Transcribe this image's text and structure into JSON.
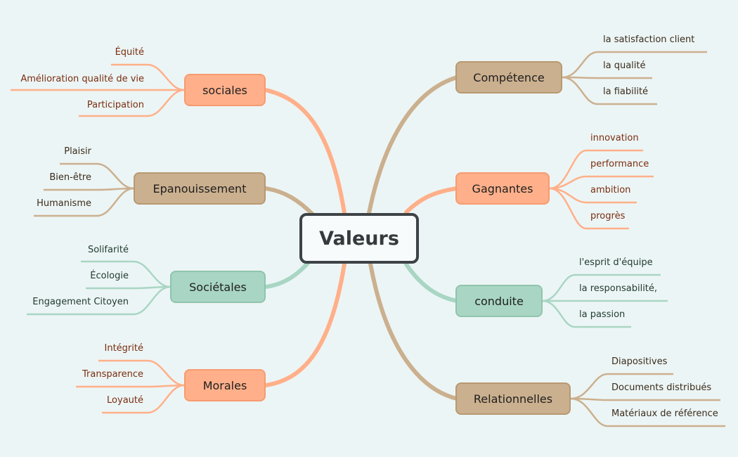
{
  "center": {
    "label": "Valeurs"
  },
  "colors": {
    "orange": "#ffb08a",
    "brown": "#cbb08f",
    "green": "#a9d6c4",
    "background": "#ecf5f5"
  },
  "branches": {
    "sociales": {
      "label": "sociales",
      "leaves": [
        "Équité",
        "Amélioration qualité de vie",
        "Participation"
      ]
    },
    "epanouissement": {
      "label": "Epanouissement",
      "leaves": [
        "Plaisir",
        "Bien-être",
        "Humanisme"
      ]
    },
    "societales": {
      "label": "Sociétales",
      "leaves": [
        "Solifarité",
        "Écologie",
        "Engagement Citoyen"
      ]
    },
    "morales": {
      "label": "Morales",
      "leaves": [
        "Intégrité",
        "Transparence",
        "Loyauté"
      ]
    },
    "competence": {
      "label": "Compétence",
      "leaves": [
        "la satisfaction client",
        "la qualité",
        "la fiabilité"
      ]
    },
    "gagnantes": {
      "label": "Gagnantes",
      "leaves": [
        "innovation",
        "performance",
        "ambition",
        "progrès"
      ]
    },
    "conduite": {
      "label": "conduite",
      "leaves": [
        "l'esprit d'équipe",
        "la responsabilité,",
        "la passion"
      ]
    },
    "relationnelles": {
      "label": "Relationnelles",
      "leaves": [
        "Diapositives",
        "Documents distribués",
        "Matériaux de référence"
      ]
    }
  }
}
